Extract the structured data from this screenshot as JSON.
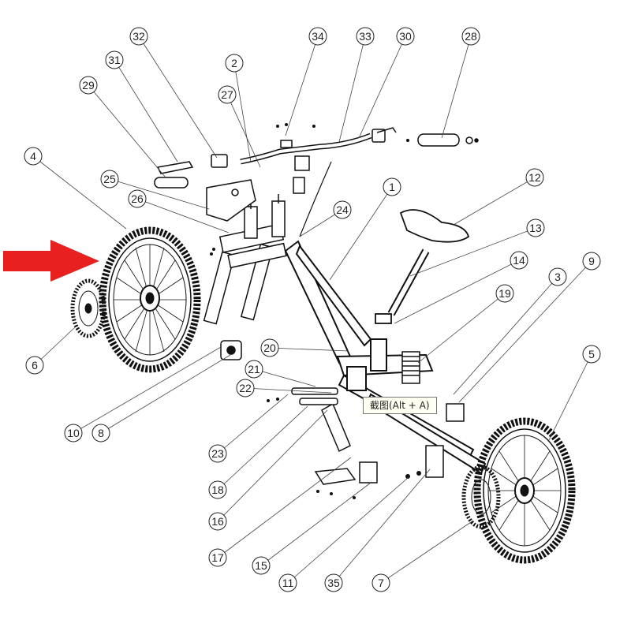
{
  "diagram": {
    "part_numbers": [
      "32",
      "34",
      "33",
      "30",
      "28",
      "31",
      "2",
      "29",
      "27",
      "4",
      "25",
      "26",
      "1",
      "12",
      "24",
      "13",
      "14",
      "9",
      "3",
      "19",
      "6",
      "20",
      "21",
      "22",
      "5",
      "10",
      "8",
      "23",
      "18",
      "16",
      "17",
      "15",
      "11",
      "35",
      "7"
    ],
    "arrow_color": "#e8201e"
  },
  "tooltip": {
    "label": "截图(Alt + A)"
  }
}
